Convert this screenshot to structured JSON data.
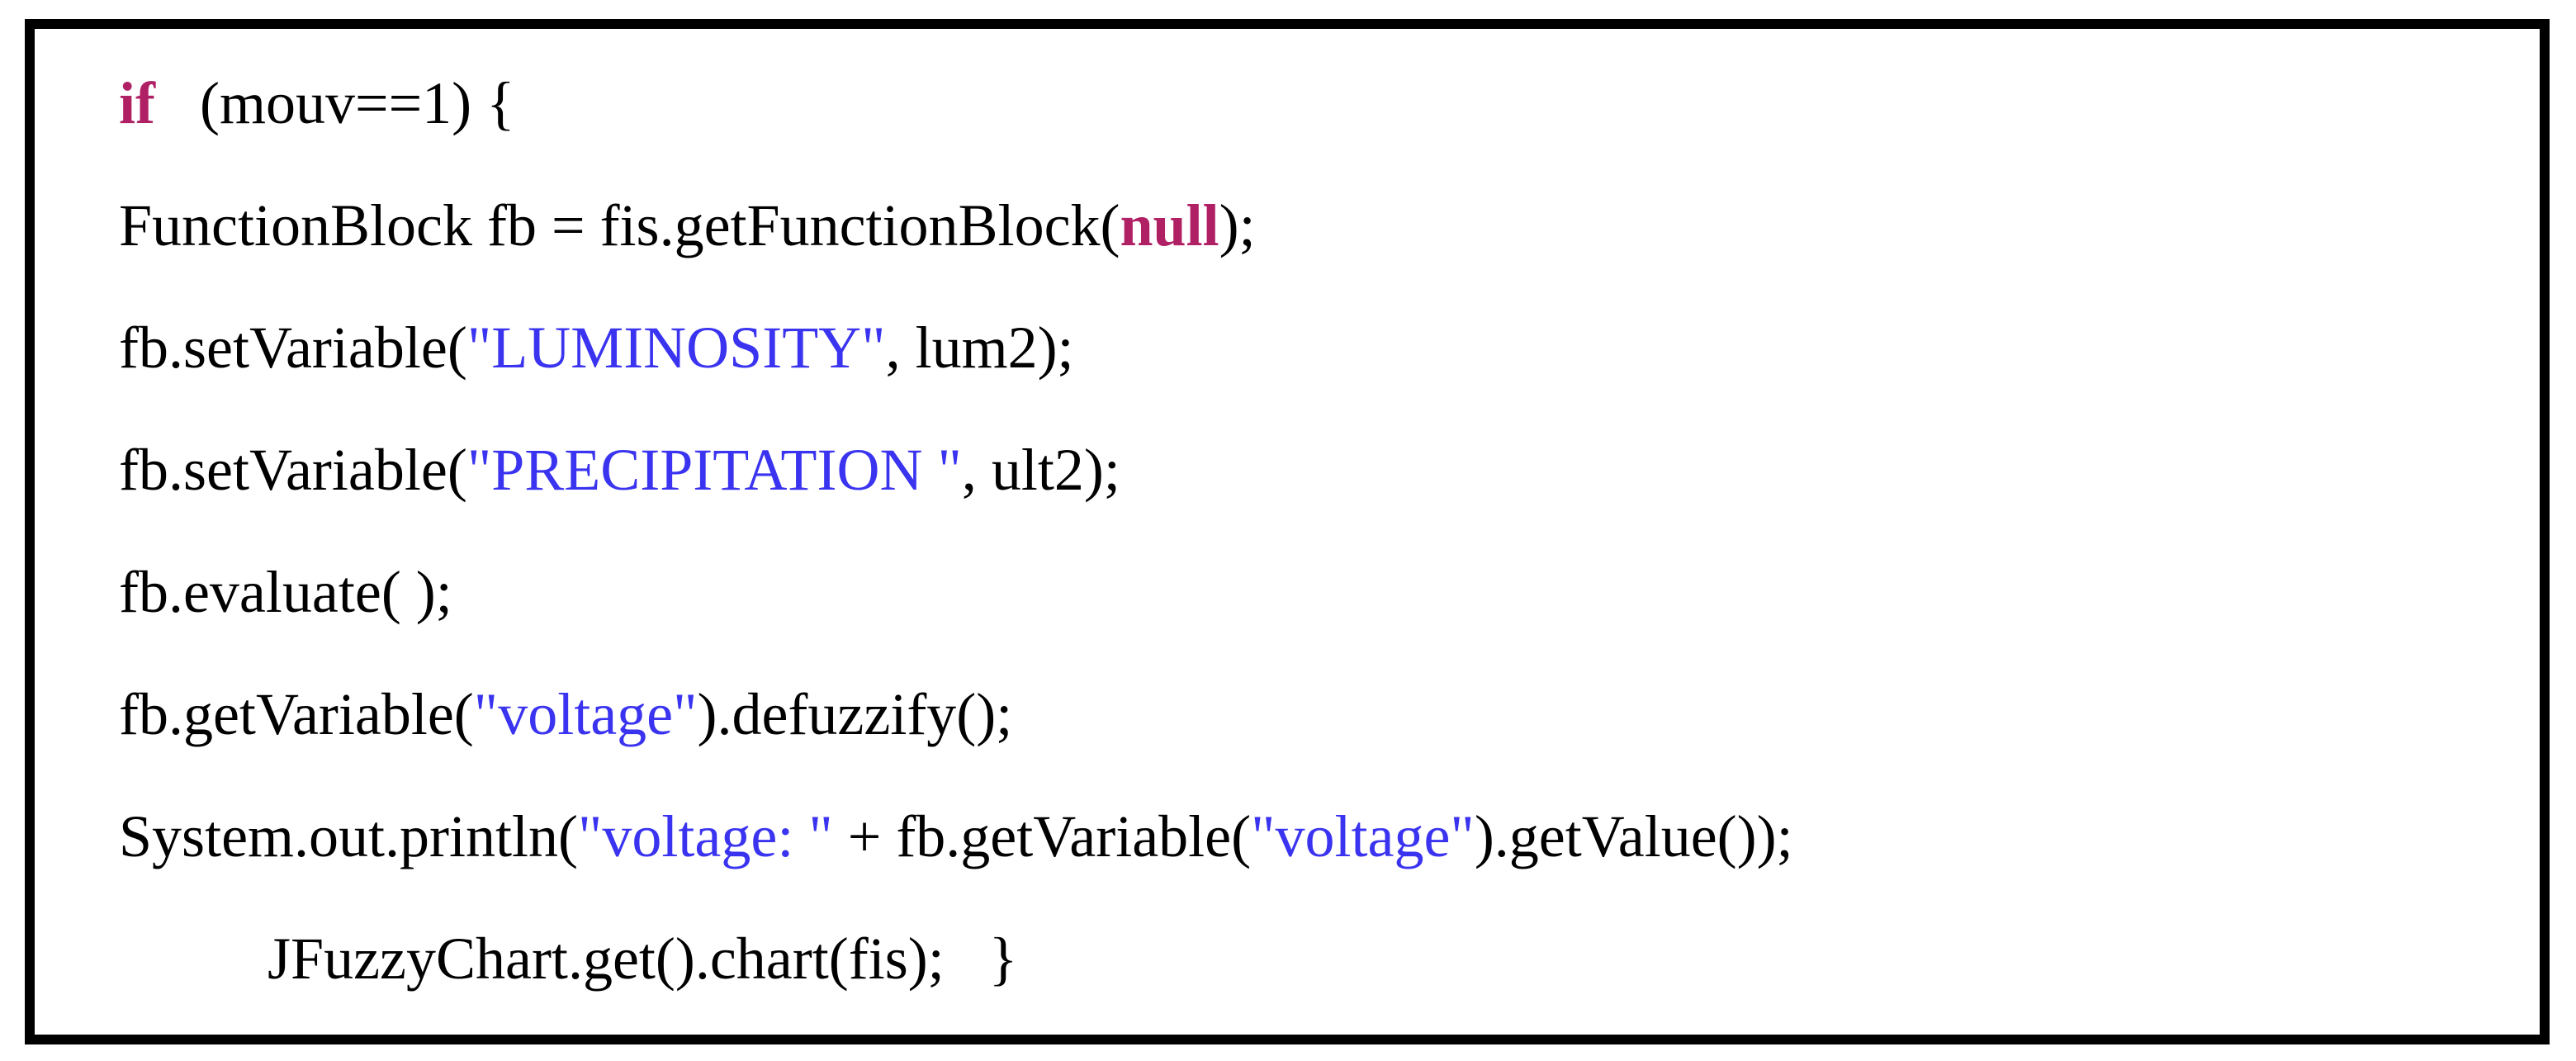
{
  "figure": {
    "kind": "code-listing",
    "language": "java",
    "border_color": "#000000",
    "background": "#ffffff"
  },
  "colors": {
    "keyword": "#b02065",
    "string": "#3a33f0",
    "plain": "#000000"
  },
  "code": {
    "lines": [
      {
        "segments": [
          {
            "t": "if",
            "type": "keyword"
          },
          {
            "t": "   (mouv==1) {",
            "type": "plain"
          }
        ]
      },
      {
        "segments": [
          {
            "t": "FunctionBlock fb = fis.getFunctionBlock(",
            "type": "plain"
          },
          {
            "t": "null",
            "type": "keyword"
          },
          {
            "t": ");",
            "type": "plain"
          }
        ]
      },
      {
        "segments": [
          {
            "t": "fb.setVariable(",
            "type": "plain"
          },
          {
            "t": "\"LUMINOSITY\"",
            "type": "string"
          },
          {
            "t": ", lum2);",
            "type": "plain"
          }
        ]
      },
      {
        "segments": [
          {
            "t": "fb.setVariable(",
            "type": "plain"
          },
          {
            "t": "\"PRECIPITATION \"",
            "type": "string"
          },
          {
            "t": ", ult2);",
            "type": "plain"
          }
        ]
      },
      {
        "segments": [
          {
            "t": "fb.evaluate( );",
            "type": "plain"
          }
        ]
      },
      {
        "segments": [
          {
            "t": "fb.getVariable(",
            "type": "plain"
          },
          {
            "t": "\"voltage\"",
            "type": "string"
          },
          {
            "t": ").defuzzify();",
            "type": "plain"
          }
        ]
      },
      {
        "segments": [
          {
            "t": "System.out.println(",
            "type": "plain"
          },
          {
            "t": "\"voltage: \"",
            "type": "string"
          },
          {
            "t": " + fb.getVariable(",
            "type": "plain"
          },
          {
            "t": "\"voltage\"",
            "type": "string"
          },
          {
            "t": ").getValue());",
            "type": "plain"
          }
        ]
      },
      {
        "segments": [
          {
            "t": "          JFuzzyChart.get().chart(fis);   }",
            "type": "plain"
          }
        ]
      }
    ]
  }
}
